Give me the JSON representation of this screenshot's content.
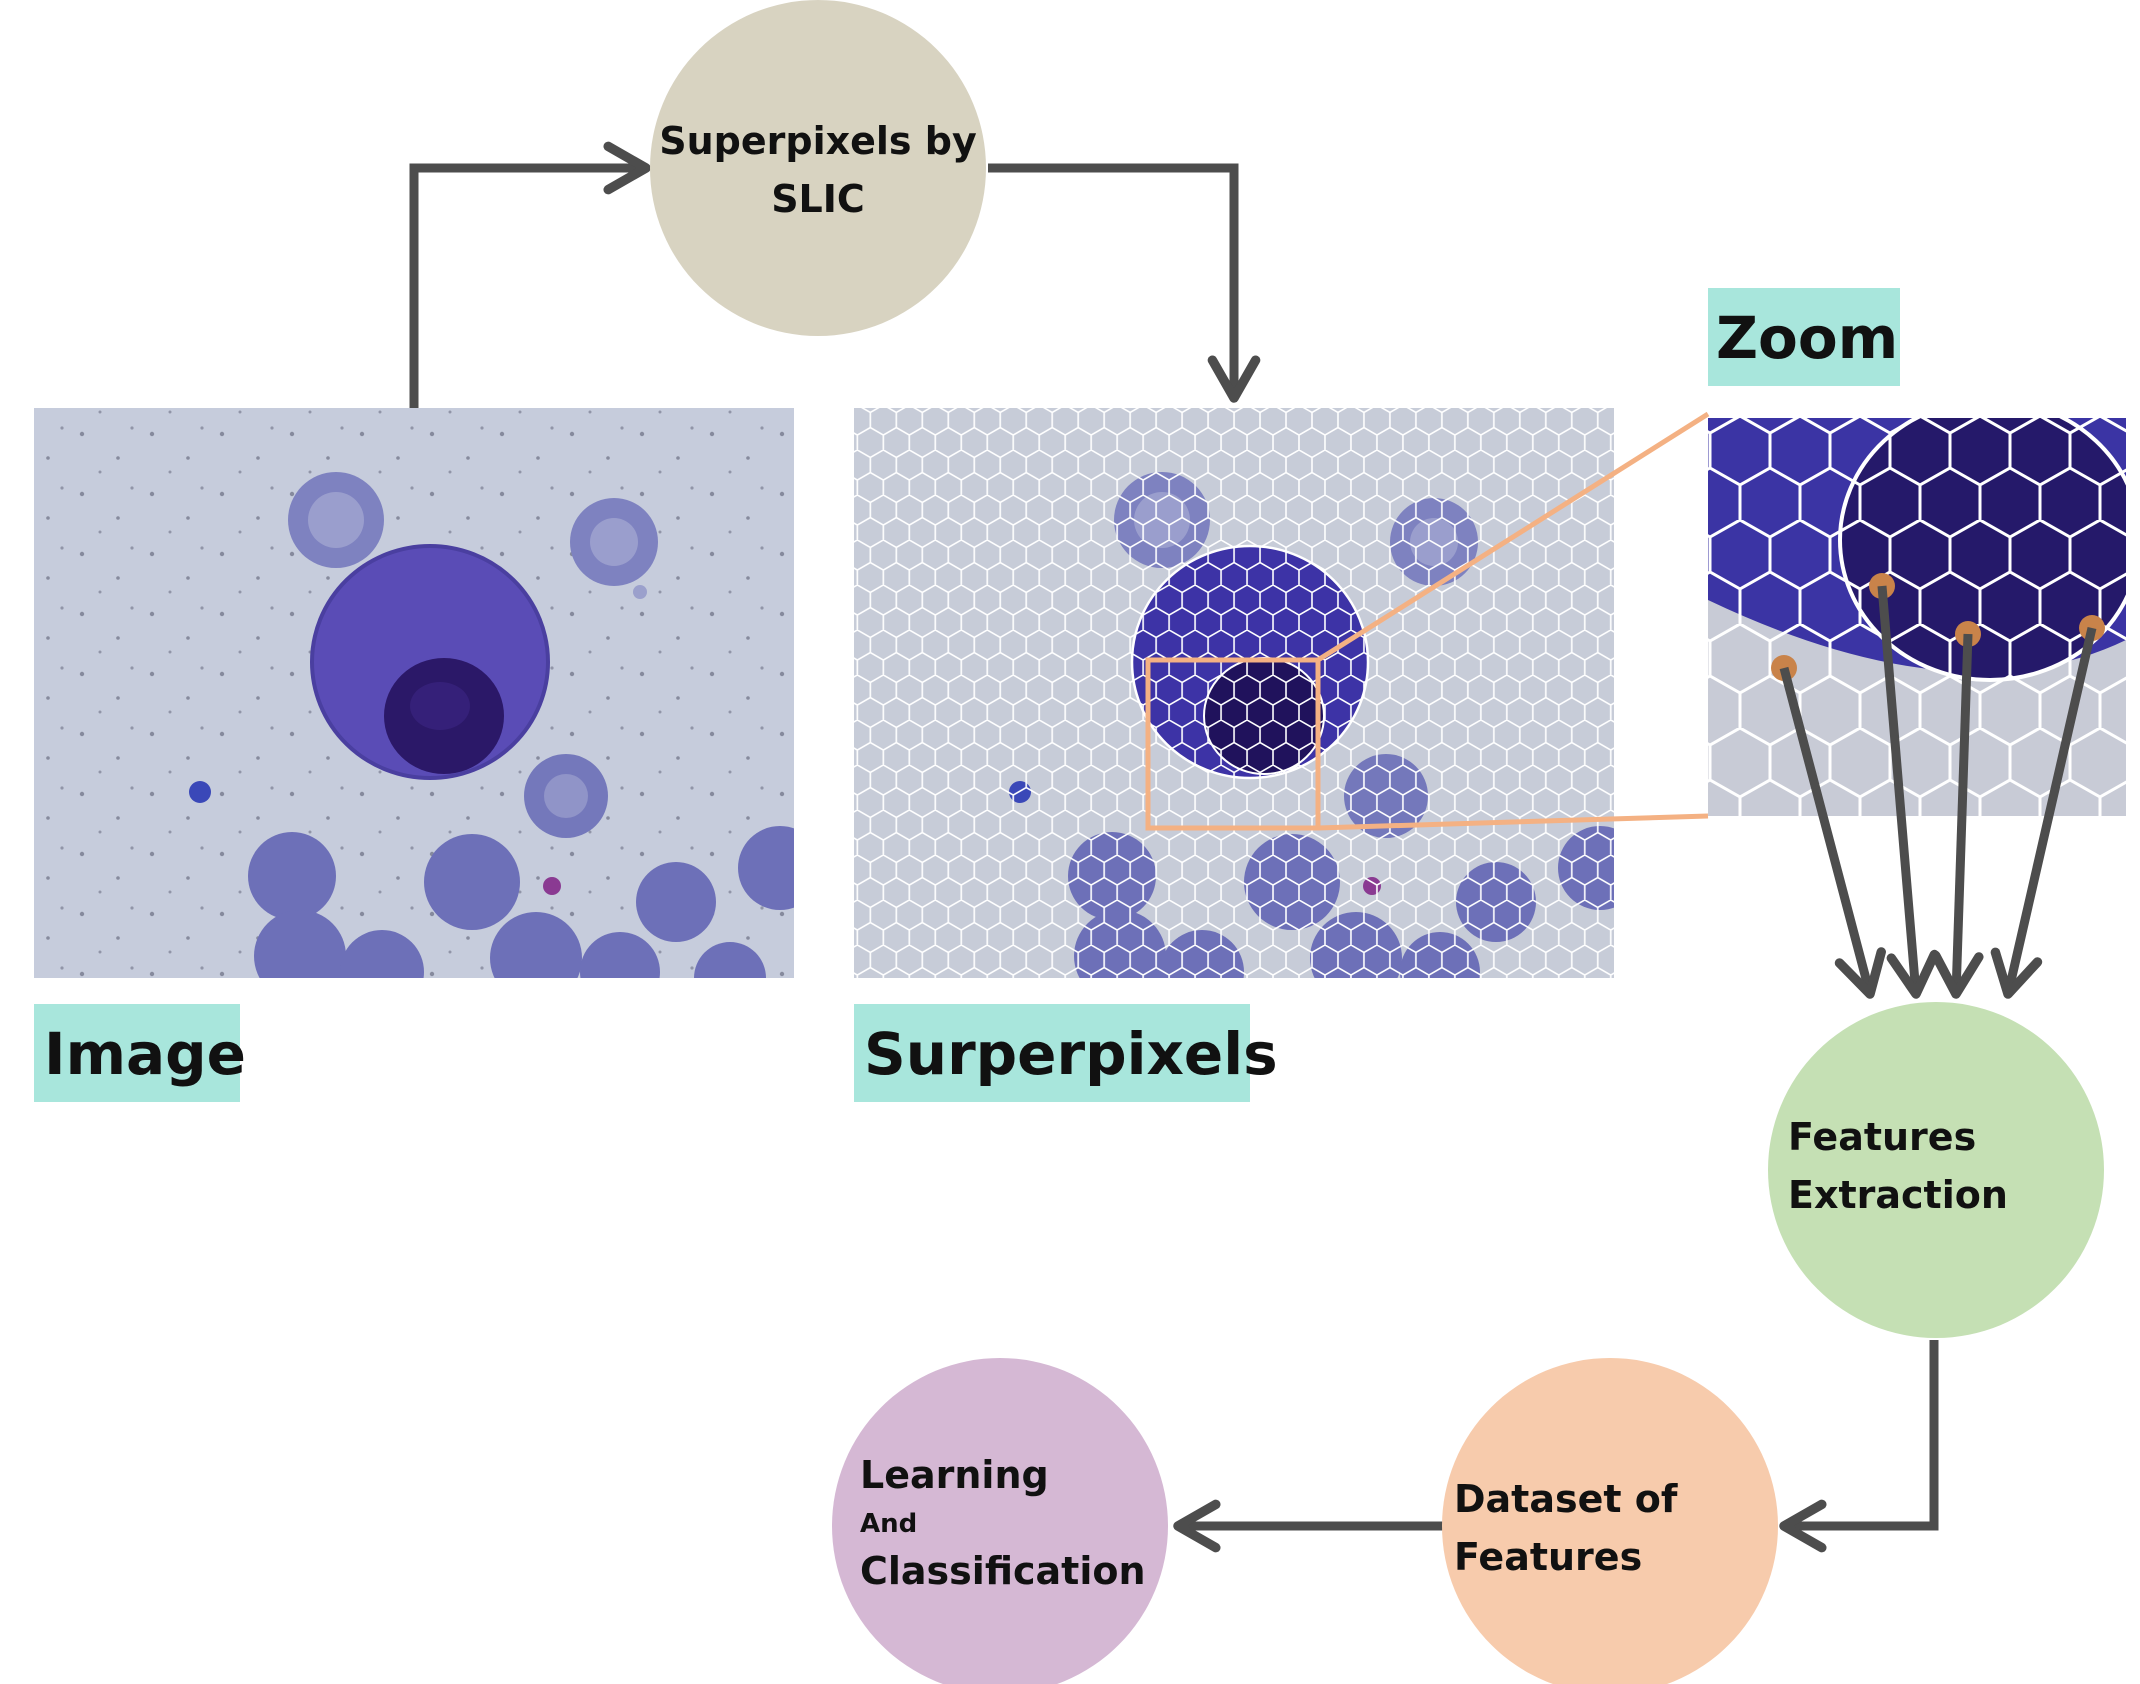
{
  "colors": {
    "label_bg": "#a8e6dc",
    "node_slic": "#d8d3c1",
    "node_features": "#c5e0b4",
    "node_dataset": "#f7cbac",
    "node_learning": "#d5b8d4",
    "arrow": "#4d4d4d",
    "zoom_box": "#f4b183",
    "cell_dark": "#4a3fa8",
    "cell_rbc": "#6d70b8",
    "background_slide": "#c8cede",
    "feature_dot": "#c9834a"
  },
  "labels": {
    "image": "Image",
    "superpixels": "Surperpixels",
    "zoom": "Zoom"
  },
  "nodes": {
    "slic_line1": "Superpixels by",
    "slic_line2": "SLIC",
    "features_line1": "Features",
    "features_line2": "Extraction",
    "dataset_line1": "Dataset of",
    "dataset_line2": "Features",
    "learning_line1": "Learning",
    "learning_line2": "And",
    "learning_line3": "Classification"
  }
}
